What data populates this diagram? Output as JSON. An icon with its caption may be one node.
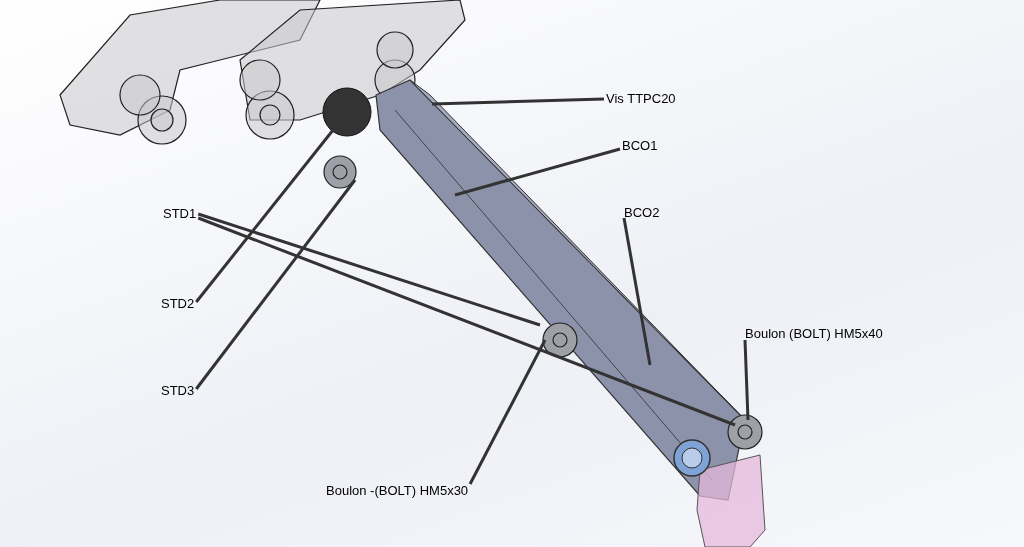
{
  "diagram": {
    "nodes": [
      {
        "text": [
          "Vis TTPC20"
        ]
      },
      {
        "text": [
          "BCO1"
        ]
      },
      {
        "text": [
          "BCO2"
        ]
      },
      {
        "text": [
          "STD1"
        ]
      },
      {
        "text": [
          "STD2"
        ]
      },
      {
        "text": [
          "STD3"
        ]
      },
      {
        "text": [
          "Boulon (BOLT) HM5x40"
        ]
      },
      {
        "text": [
          "Boulon -(BOLT) HM5x30"
        ]
      }
    ],
    "edges": [
      {
        "from": 0,
        "to": null,
        "arrow": "none"
      },
      {
        "from": 1,
        "to": null,
        "arrow": "none"
      },
      {
        "from": 2,
        "to": null,
        "arrow": "none"
      },
      {
        "from": 3,
        "to": null,
        "arrow": "none"
      },
      {
        "from": 3,
        "to": null,
        "arrow": "none"
      },
      {
        "from": 4,
        "to": null,
        "arrow": "none"
      },
      {
        "from": 5,
        "to": null,
        "arrow": "none"
      },
      {
        "from": 6,
        "to": null,
        "arrow": "none"
      },
      {
        "from": 7,
        "to": null,
        "arrow": "none"
      }
    ]
  }
}
